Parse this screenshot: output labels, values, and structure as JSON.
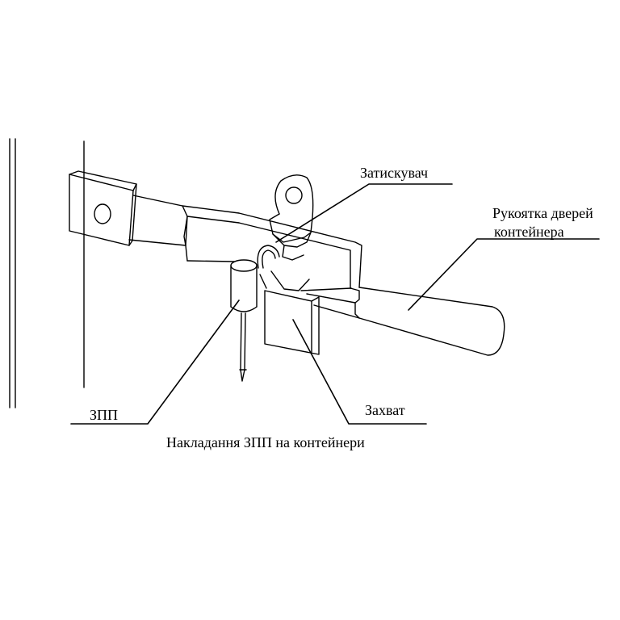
{
  "labels": {
    "clamp": "Затискувач",
    "handle_line1": "Рукоятка дверей",
    "handle_line2": "контейнера",
    "grip": "Захват",
    "seal": "ЗПП"
  },
  "caption": "Накладання ЗПП на контейнери",
  "colors": {
    "line": "#000000",
    "background": "#ffffff"
  }
}
